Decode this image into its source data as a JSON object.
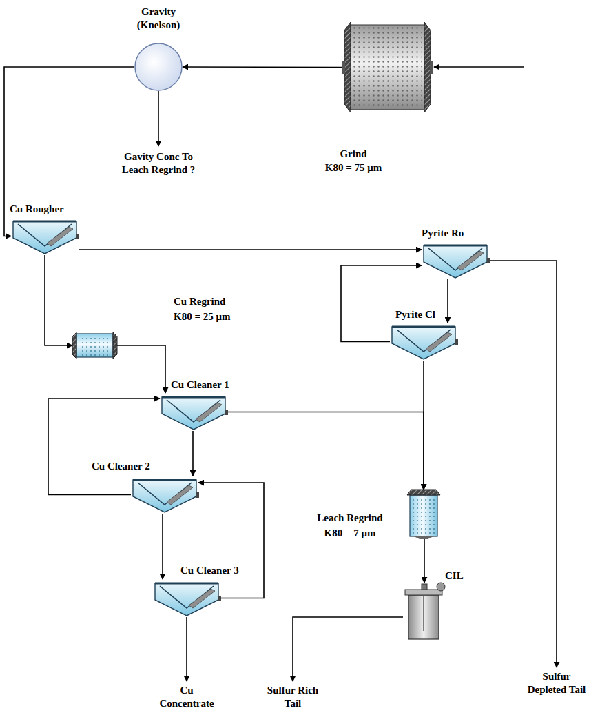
{
  "diagram": {
    "nodes": [
      {
        "text": [
          "Grind",
          "K80 = 75 μm"
        ]
      },
      {
        "text": [
          "Gravity (Knelson)"
        ]
      },
      {
        "text": [
          "Cu Rougher"
        ]
      },
      {
        "text": [
          "Pyrite Ro"
        ]
      },
      {
        "text": [
          "Pyrite Cl"
        ]
      },
      {
        "text": [
          "Cu Regrind",
          "K80 = 25 μm"
        ]
      },
      {
        "text": [
          "Cu Cleaner 1"
        ]
      },
      {
        "text": [
          "Cu Cleaner 2"
        ]
      },
      {
        "text": [
          "Cu Cleaner 3"
        ]
      },
      {
        "text": [
          "Leach Regrind",
          "K80 = 7 μm"
        ]
      },
      {
        "text": [
          "CIL"
        ]
      }
    ],
    "edges": [
      {
        "from": 0,
        "to": 1,
        "arrow": "to"
      },
      {
        "from": 1,
        "to": 2,
        "arrow": "to"
      },
      {
        "from": 2,
        "to": 3,
        "arrow": "to"
      },
      {
        "from": 2,
        "to": 5,
        "arrow": "to"
      },
      {
        "from": 3,
        "to": 4,
        "arrow": "to"
      },
      {
        "from": 4,
        "to": 3,
        "arrow": "to"
      },
      {
        "from": 4,
        "to": 9,
        "arrow": "to"
      },
      {
        "from": 5,
        "to": 6,
        "arrow": "to"
      },
      {
        "from": 6,
        "to": 9,
        "arrow": "to"
      },
      {
        "from": 6,
        "to": 7,
        "arrow": "to"
      },
      {
        "from": 7,
        "to": 6,
        "arrow": "to"
      },
      {
        "from": 7,
        "to": 8,
        "arrow": "to"
      },
      {
        "from": 8,
        "to": 7,
        "arrow": "to"
      },
      {
        "from": 9,
        "to": 10,
        "arrow": "to"
      }
    ],
    "labels": [
      "Gavity Conc To Leach Regrind ?",
      "Cu Concentrate",
      "Sulfur Rich Tail",
      "Sulfur Depleted Tail"
    ]
  }
}
